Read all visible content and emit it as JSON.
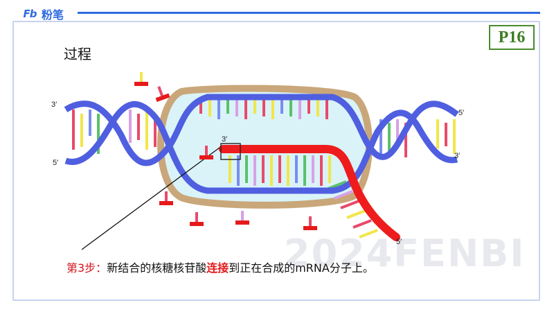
{
  "brand": {
    "logo_mark": "Fb",
    "logo_text": "粉笔"
  },
  "page_badge": "P16",
  "title": "过程",
  "watermark": "2024FENBI",
  "strand_labels": {
    "left_top": "3′",
    "left_bottom": "5′",
    "right_top": "5′",
    "right_bottom": "3′",
    "rna_start": "3′",
    "rna_end": "5′"
  },
  "caption": {
    "step": "第3步：",
    "before": "新结合的核糖核苷酸",
    "highlight": "连接",
    "after": "到正在合成的mRNA分子上。"
  },
  "colors": {
    "dna_backbone": "#4f5fe0",
    "rna_strand": "#ee1c1c",
    "bubble_fill": "#d9f3f8",
    "bubble_border": "#c9a77a",
    "brand_blue": "#2f6be0",
    "badge_green": "#4a8b2c"
  }
}
